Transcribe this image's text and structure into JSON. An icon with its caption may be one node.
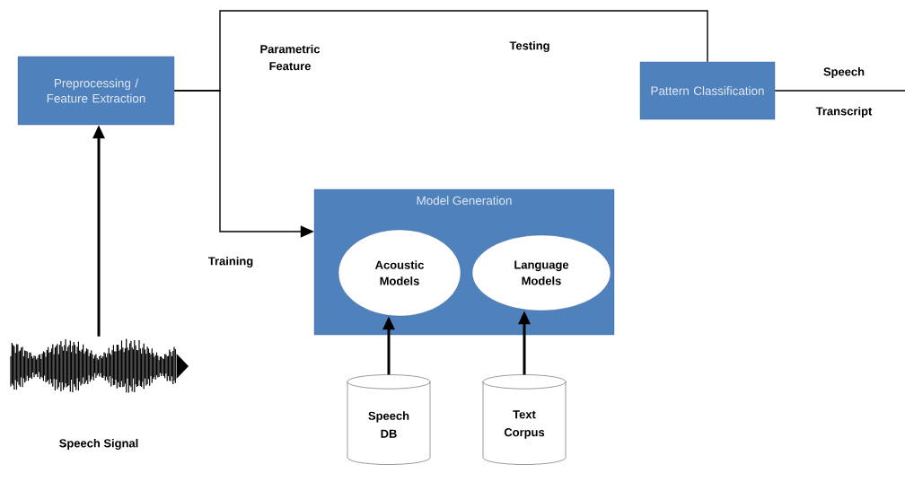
{
  "diagram": {
    "nodes": [
      {
        "text": [],
        "shape": "picture",
        "beside": [
          "Speech Signal"
        ]
      },
      {
        "text": [
          "Preprocessing / Feature Extraction"
        ]
      },
      {
        "text": [
          "Pattern Classification"
        ]
      },
      {
        "text": [
          "Model Generation"
        ]
      },
      {
        "text": [
          "Acoustic Models"
        ],
        "in": 3
      },
      {
        "text": [
          "Language Models"
        ],
        "in": 3
      },
      {
        "text": [
          "Speech DB"
        ]
      },
      {
        "text": [
          "Text Corpus"
        ]
      }
    ],
    "edges": [
      {
        "from": 0,
        "to": 1,
        "arrow": "to",
        "style": "thick"
      },
      {
        "from": 1,
        "to": 2,
        "arrow": "none",
        "label": "Testing"
      },
      {
        "from": 1,
        "to": 3,
        "arrow": "to",
        "label": "Training"
      },
      {
        "from": 6,
        "to": 4,
        "arrow": "to",
        "style": "thick"
      },
      {
        "from": 7,
        "to": 5,
        "arrow": "to",
        "style": "thick"
      },
      {
        "from": 2,
        "to": null,
        "arrow": "none"
      }
    ],
    "labels": [
      "Parametric Feature",
      "Speech",
      "Transcript"
    ]
  }
}
